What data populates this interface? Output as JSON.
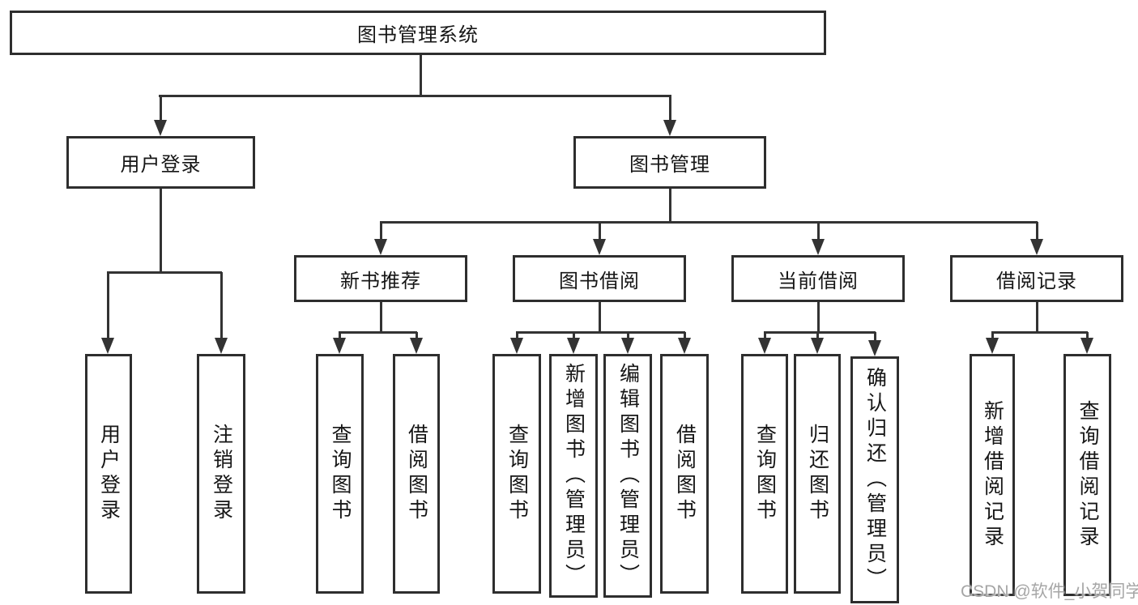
{
  "diagram": {
    "root": {
      "label": "图书管理系统"
    },
    "user_login": {
      "label": "用户登录",
      "children": [
        {
          "label": "用户登录"
        },
        {
          "label": "注销登录"
        }
      ]
    },
    "book_management": {
      "label": "图书管理",
      "modules": [
        {
          "label": "新书推荐",
          "children": [
            {
              "label": "查询图书"
            },
            {
              "label": "借阅图书"
            }
          ]
        },
        {
          "label": "图书借阅",
          "children": [
            {
              "label": "查询图书"
            },
            {
              "label": "新增图书（管理员）"
            },
            {
              "label": "编辑图书（管理员）"
            },
            {
              "label": "借阅图书"
            }
          ]
        },
        {
          "label": "当前借阅",
          "children": [
            {
              "label": "查询图书"
            },
            {
              "label": "归还图书"
            },
            {
              "label": "确认归还（管理员）"
            }
          ]
        },
        {
          "label": "借阅记录",
          "children": [
            {
              "label": "新增借阅记录"
            },
            {
              "label": "查询借阅记录"
            }
          ]
        }
      ]
    }
  },
  "watermark": "CSDN @软件_小贺同学",
  "colors": {
    "line": "#333333",
    "box_border": "#2e2e2e",
    "text": "#161616",
    "watermark": "#a6a6a6",
    "background": "#ffffff"
  }
}
